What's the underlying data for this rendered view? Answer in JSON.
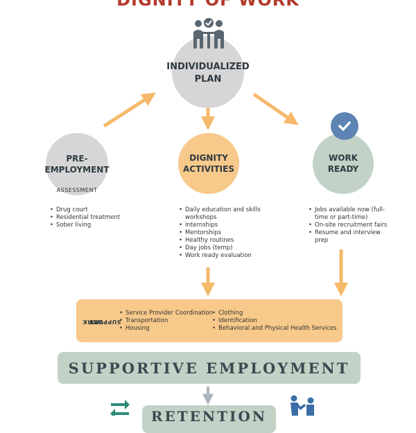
{
  "title": "DIGNITY OF WORK",
  "plan": {
    "label_line1": "INDIVIDUALIZED",
    "label_line2": "PLAN",
    "icon": "people-meeting-icon"
  },
  "pre_employment": {
    "label_line1": "PRE-",
    "label_line2": "EMPLOYMENT",
    "sublabel": "ASSESSMENT",
    "items": [
      "Drug court",
      "Residential treatment",
      "Sober living"
    ]
  },
  "dignity_activities": {
    "label_line1": "DIGNITY",
    "label_line2": "ACTIVITIES",
    "items": [
      "Daily education and skills workshops",
      "Internships",
      "Mentorships",
      "Healthy routines",
      "Day jobs (temp)",
      "Work ready evaluation"
    ]
  },
  "work_ready": {
    "label_line1": "WORK",
    "label_line2": "READY",
    "icon": "checkmark-icon",
    "items": [
      "Jobs available now (full-time or part-time)",
      "On-site recruitment fairs",
      "Resume and interview prep"
    ]
  },
  "work_support": {
    "label_line1": "WORK",
    "label_line2": "SUPPORT",
    "items_col1": [
      "Service Provider Coordination",
      "Transportation",
      "Housing"
    ],
    "items_col2": [
      "Clothing",
      "Identification",
      "Behavioral and Physical Health Services"
    ]
  },
  "supportive_employment": "SUPPORTIVE EMPLOYMENT",
  "retention": "RETENTION",
  "colors": {
    "title": "#b33a2c",
    "gray": "#d6d6d6",
    "orange": "#f7c98a",
    "arrow": "#f5b96a",
    "sage": "#c2d2c6",
    "blue": "#5d84b3",
    "icon_dark": "#5a6670",
    "teal": "#2e8b7a",
    "people_blue": "#3b6ea5"
  }
}
